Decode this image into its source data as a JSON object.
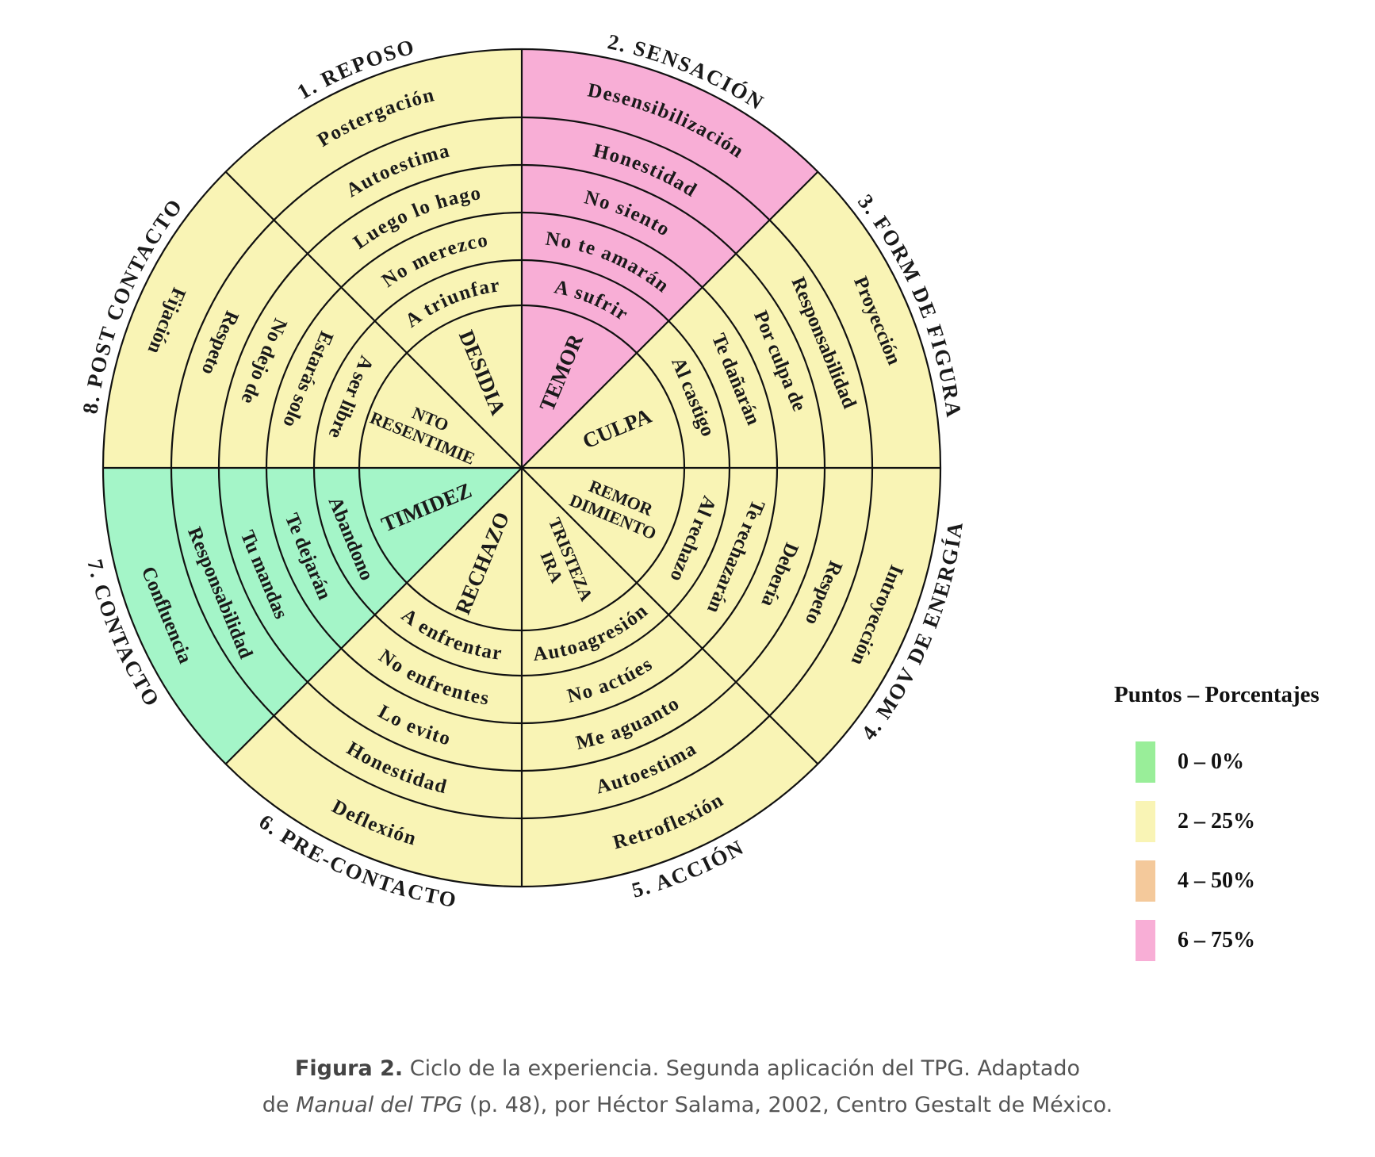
{
  "sectors": [
    {
      "title": "1. REPOSO",
      "core": [
        "DESIDIA"
      ],
      "rings": [
        "A triunfar",
        "No merezco",
        "Luego lo hago",
        "Autoestima",
        "Postergación"
      ],
      "color": "#f9f4b5"
    },
    {
      "title": "2. SENSACIÓN",
      "core": [
        "TEMOR"
      ],
      "rings": [
        "A sufrir",
        "No te amarán",
        "No siento",
        "Honestidad",
        "Desensibilización"
      ],
      "color": "#f8aed6"
    },
    {
      "title": "3. FORM DE FIGURA",
      "core": [
        "CULPA"
      ],
      "rings": [
        "Al castigo",
        "Te dañarán",
        "Por culpa de",
        "Responsabilidad",
        "Proyección"
      ],
      "color": "#f9f4b5"
    },
    {
      "title": "4. MOV DE ENERGÍA",
      "core": [
        "REMOR",
        "DIMIENTO"
      ],
      "rings": [
        "Al rechazo",
        "Te rechazarán",
        "Debería",
        "Respeto",
        "Introyección"
      ],
      "color": "#f9f4b5"
    },
    {
      "title": "5. ACCIÓN",
      "core": [
        "TRISTEZA",
        "IRA"
      ],
      "rings": [
        "Autoagresión",
        "No actúes",
        "Me aguanto",
        "Autoestima",
        "Retroflexión"
      ],
      "color": "#f9f4b5"
    },
    {
      "title": "6. PRE-CONTACTO",
      "core": [
        "RECHAZO"
      ],
      "rings": [
        "A enfrentar",
        "No enfrentes",
        "Lo evito",
        "Honestidad",
        "Deflexión"
      ],
      "color": "#f9f4b5"
    },
    {
      "title": "7. CONTACTO",
      "core": [
        "TIMIDEZ"
      ],
      "rings": [
        "Abandono",
        "Te dejarán",
        "Tu mandas",
        "Responsabilidad",
        "Confluencia"
      ],
      "color": "#a4f5c8"
    },
    {
      "title": "8. POST CONTACTO",
      "core": [
        "RESENTIMIE",
        "NTO"
      ],
      "rings": [
        "A ser libre",
        "Estarás solo",
        "No dejo de",
        "Respeto",
        "Fijación"
      ],
      "color": "#f9f4b5"
    }
  ],
  "legend": {
    "title": "Puntos – Porcentajes",
    "items": [
      {
        "label": "0 – 0%",
        "color": "#99ee99"
      },
      {
        "label": "2 – 25%",
        "color": "#f9f4b5"
      },
      {
        "label": "4 – 50%",
        "color": "#f4c99b"
      },
      {
        "label": "6 – 75%",
        "color": "#f8aed6"
      }
    ]
  },
  "caption": {
    "label": "Figura 2.",
    "line1_text": " Ciclo de la experiencia. Segunda aplicación del TPG. Adaptado",
    "line2_prefix": "de ",
    "book": "Manual del TPG",
    "line2_suffix": " (p. 48), por Héctor Salama, 2002, Centro Gestalt de México."
  }
}
